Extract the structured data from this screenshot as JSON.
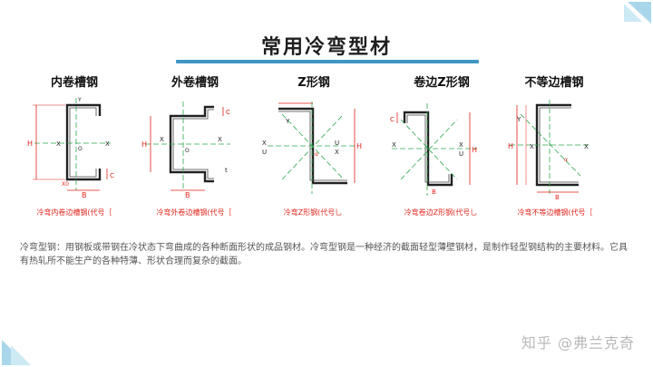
{
  "title": "常用冷弯型材",
  "columns": [
    {
      "label": "内卷槽钢",
      "caption": "冷弯内卷边槽钢(代号［"
    },
    {
      "label": "外卷槽钢",
      "caption": "冷弯外卷边槽钢(代号［"
    },
    {
      "label": "Z形钢",
      "caption": "冷弯Z形钢(代号乚"
    },
    {
      "label": "卷边Z形钢",
      "caption": "冷弯卷边Z形钢(代号乚"
    },
    {
      "label": "不等边槽钢",
      "caption": "冷弯不等边槽钢(代号［"
    }
  ],
  "description": "冷弯型钢：用钢板或带钢在冷状态下弯曲成的各种断面形状的成品钢材。冷弯型钢是一种经济的截面轻型薄壁钢材，是制作轻型钢结构的主要材料。它具有热轧所不能生产的各种特薄、形状合理而复杂的截面。",
  "watermark": "知乎 @弗兰克奇",
  "colors": {
    "accent": "#3f97c6",
    "corner": "#a9d6ea",
    "dimension": "#e2231a",
    "axis": "#2fa84f"
  }
}
